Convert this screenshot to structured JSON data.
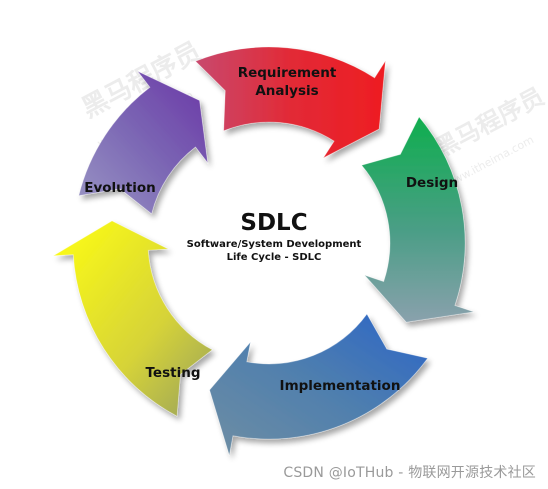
{
  "diagram": {
    "center": {
      "title": "SDLC",
      "subtitle_line1": "Software/System Development",
      "subtitle_line2": "Life Cycle - SDLC"
    },
    "stages": [
      {
        "id": "requirement-analysis",
        "label_line1": "Requirement",
        "label_line2": "Analysis",
        "color": "#e8242b"
      },
      {
        "id": "design",
        "label_line1": "Design",
        "label_line2": "",
        "color": "#12a650"
      },
      {
        "id": "implementation",
        "label_line1": "Implementation",
        "label_line2": "",
        "color": "#2b6fc0"
      },
      {
        "id": "testing",
        "label_line1": "Testing",
        "label_line2": "",
        "color": "#f4ef1a"
      },
      {
        "id": "evolution",
        "label_line1": "Evolution",
        "label_line2": "",
        "color": "#6a3aa0"
      }
    ]
  },
  "watermark": {
    "brand_text": "黑马程序员",
    "url_text": "www.itheima.com"
  },
  "credit": "CSDN @IoTHub - 物联网开源技术社区"
}
